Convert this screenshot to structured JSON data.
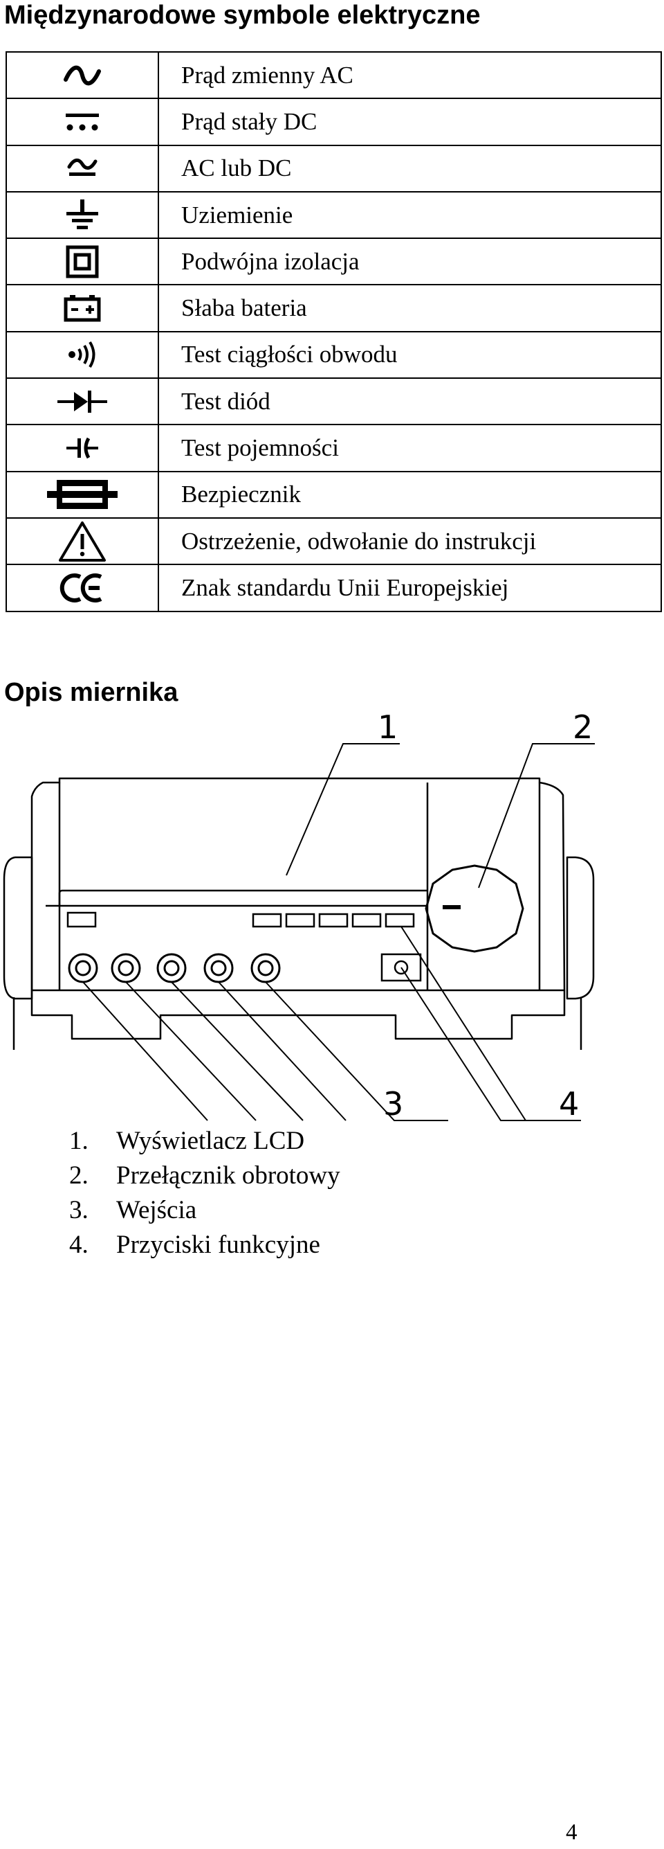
{
  "heading_symbols": "Międzynarodowe symbole elektryczne",
  "symbols": [
    {
      "icon": "ac-current-icon",
      "label": "Prąd zmienny AC"
    },
    {
      "icon": "dc-current-icon",
      "label": "Prąd stały DC"
    },
    {
      "icon": "ac-dc-icon",
      "label": "AC lub DC"
    },
    {
      "icon": "ground-icon",
      "label": "Uziemienie"
    },
    {
      "icon": "double-insulation-icon",
      "label": "Podwójna izolacja"
    },
    {
      "icon": "low-battery-icon",
      "label": "Słaba bateria"
    },
    {
      "icon": "continuity-icon",
      "label": "Test ciągłości obwodu"
    },
    {
      "icon": "diode-icon",
      "label": "Test diód"
    },
    {
      "icon": "capacitor-icon",
      "label": "Test pojemności"
    },
    {
      "icon": "fuse-icon",
      "label": "Bezpiecznik"
    },
    {
      "icon": "warning-icon",
      "label": "Ostrzeżenie, odwołanie do instrukcji"
    },
    {
      "icon": "ce-mark-icon",
      "label": "Znak standardu Unii Europejskiej"
    }
  ],
  "heading_meter": "Opis miernika",
  "callouts": [
    "1",
    "2",
    "3",
    "4"
  ],
  "parts": [
    {
      "num": "1.",
      "label": "Wyświetlacz LCD"
    },
    {
      "num": "2.",
      "label": "Przełącznik obrotowy"
    },
    {
      "num": "3.",
      "label": "Wejścia"
    },
    {
      "num": "4.",
      "label": "Przyciski funkcyjne"
    }
  ],
  "page_number": "4"
}
